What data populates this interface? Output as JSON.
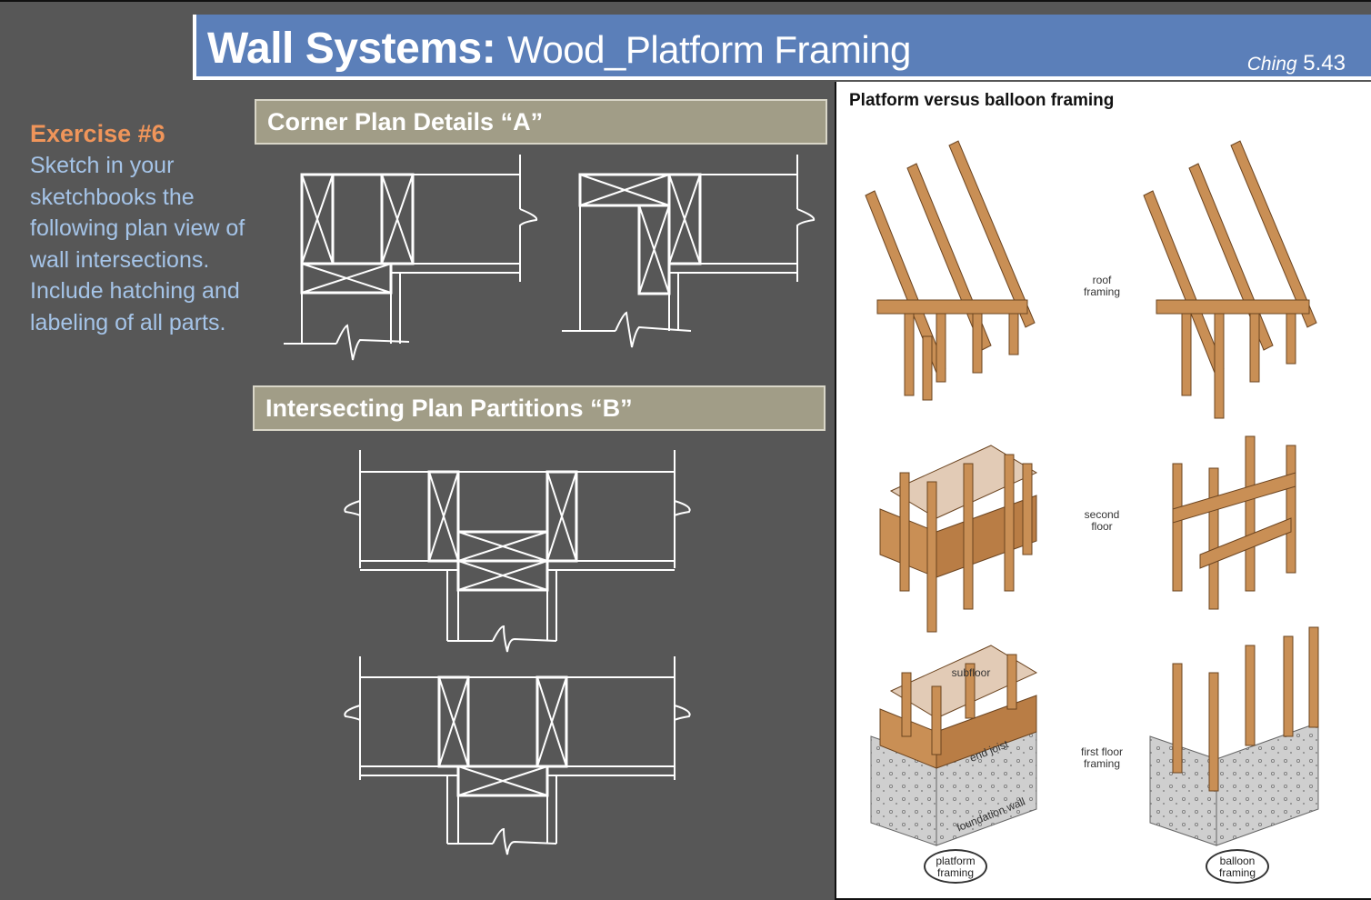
{
  "title": {
    "main": "Wall Systems:",
    "sub": "Wood_Platform Framing",
    "ref_author": "Ching",
    "ref_number": "5.43"
  },
  "exercise": {
    "heading": "Exercise #6",
    "body": "Sketch in your sketchbooks the following plan view of wall intersections. Include hatching and labeling of all parts."
  },
  "sections": {
    "a": "Corner Plan Details “A”",
    "b": "Intersecting Plan Partitions “B”"
  },
  "figure": {
    "title": "Platform versus balloon framing",
    "labels": {
      "roof": "roof\nframing",
      "second": "second\nfloor",
      "first": "first floor\nframing",
      "subfloor": "subfloor",
      "end_joist": "end joist",
      "foundation": "foundation wall",
      "platform": "platform\nframing",
      "balloon": "balloon\nframing"
    }
  },
  "colors": {
    "background": "#575757",
    "title_bar": "#5b7fb9",
    "section_bar": "#a19d87",
    "exercise_heading": "#f0955a",
    "exercise_text": "#a5c4e8",
    "wood": "#c98f55"
  }
}
